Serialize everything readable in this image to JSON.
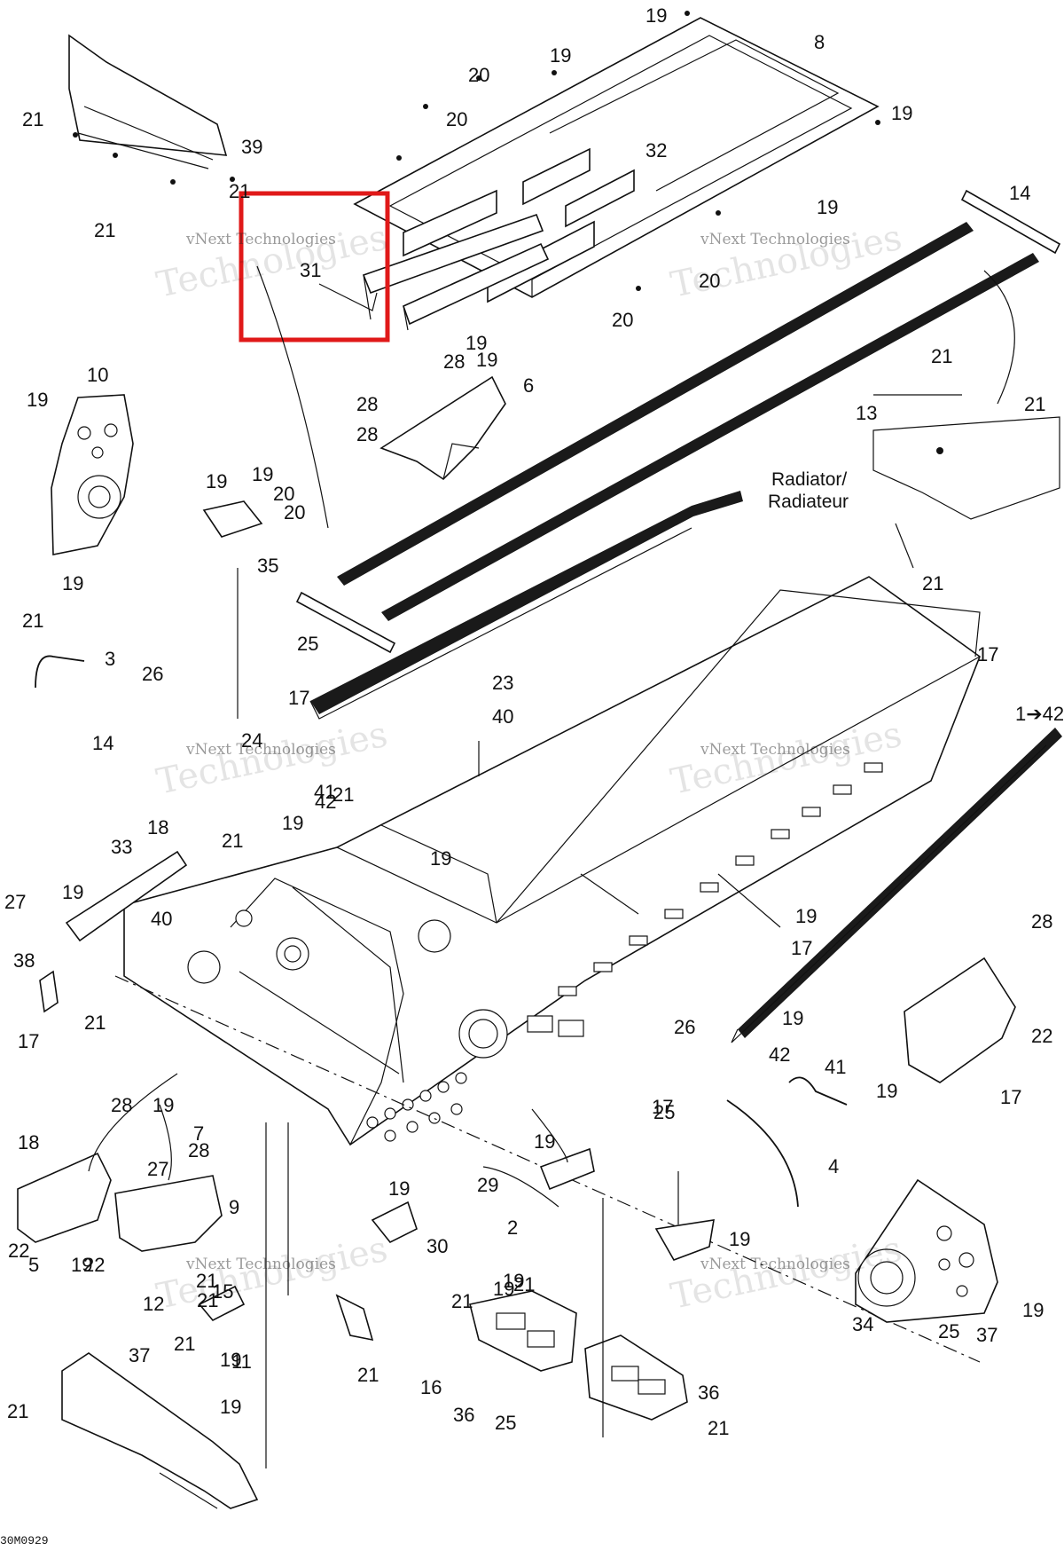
{
  "diagram": {
    "title": "",
    "drawing_code": "30M0929",
    "radiator_label": [
      "Radiator/",
      "Radiateur"
    ],
    "highlight": {
      "color": "#e01919",
      "part": "31"
    },
    "watermark": {
      "line1": "vNext Technologies",
      "line2": "Technologies"
    },
    "callouts": [
      "19",
      "8",
      "19",
      "20",
      "20",
      "19",
      "32",
      "21",
      "39",
      "21",
      "21",
      "14",
      "19",
      "20",
      "31",
      "20",
      "19",
      "28",
      "19",
      "28",
      "6",
      "10",
      "19",
      "28",
      "13",
      "21",
      "21",
      "19",
      "19",
      "20",
      "20",
      "19",
      "35",
      "Radiator/",
      "21",
      "21",
      "3",
      "26",
      "25",
      "14",
      "17",
      "23",
      "40",
      "17",
      "1➔42",
      "24",
      "41",
      "42",
      "21",
      "19",
      "33",
      "18",
      "19",
      "21",
      "19",
      "40",
      "27",
      "19",
      "17",
      "28",
      "38",
      "17",
      "19",
      "21",
      "28",
      "19",
      "22",
      "7",
      "19",
      "17",
      "25",
      "26",
      "42",
      "41",
      "18",
      "27",
      "28",
      "17",
      "19",
      "4",
      "9",
      "19",
      "21",
      "29",
      "2",
      "22",
      "5",
      "19",
      "30",
      "19",
      "22",
      "12",
      "21",
      "15",
      "21",
      "11",
      "21",
      "21",
      "19",
      "19",
      "19",
      "34",
      "25",
      "37",
      "21",
      "16",
      "37",
      "19",
      "36",
      "19",
      "21",
      "21",
      "36",
      "25"
    ]
  }
}
